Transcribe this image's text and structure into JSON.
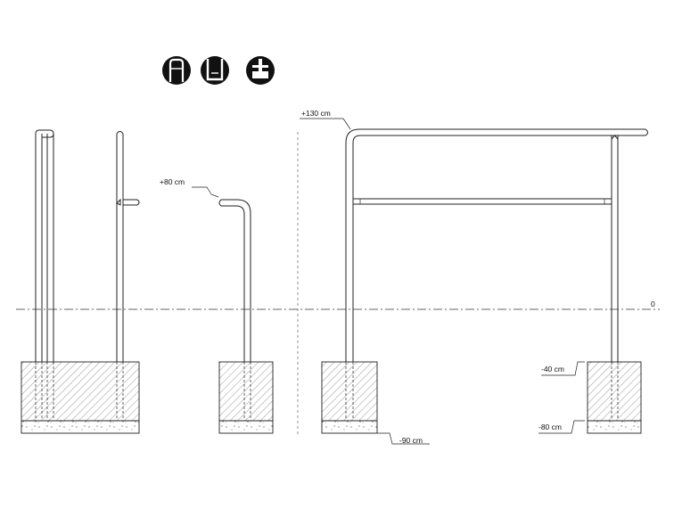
{
  "labels": {
    "top_rail_level": "+130 cm",
    "low_rail_level": "+80 cm",
    "ground_level": "0",
    "foundation_depth_short": "-40 cm",
    "foundation_depth_right": "-80 cm",
    "foundation_depth_left": "-90 cm"
  },
  "icons": [
    {
      "name": "arch-frame-icon"
    },
    {
      "name": "u-frame-icon"
    },
    {
      "name": "post-on-base-icon"
    }
  ],
  "colors": {
    "line": "#222222",
    "icon_fill": "#111111",
    "background": "#ffffff"
  }
}
